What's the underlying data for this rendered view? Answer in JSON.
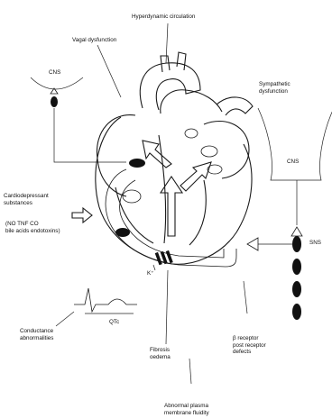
{
  "labels": {
    "hyperdynamic": "Hyperdynamic circulation",
    "vagal": "Vagal dysfunction",
    "cns_left": "CNS",
    "sympathetic": "Sympathetic\ndysfunction",
    "cns_right": "CNS",
    "sns": "SNS",
    "cardiodepressant": "Cardiodepressant\nsubstances",
    "mediators": "(NO  TNF  CO\nbile acids  endotoxins)",
    "k_ion": "K⁺",
    "qtc": "QTc",
    "conductance": "Conductance\nabnormalities",
    "fibrosis": "Fibrosis\noedema",
    "receptor": "β receptor\npost receptor\ndefects",
    "membrane": "Abnormal plasma\nmembrane fluidity"
  },
  "colors": {
    "ink": "#111111",
    "background": "#ffffff"
  }
}
